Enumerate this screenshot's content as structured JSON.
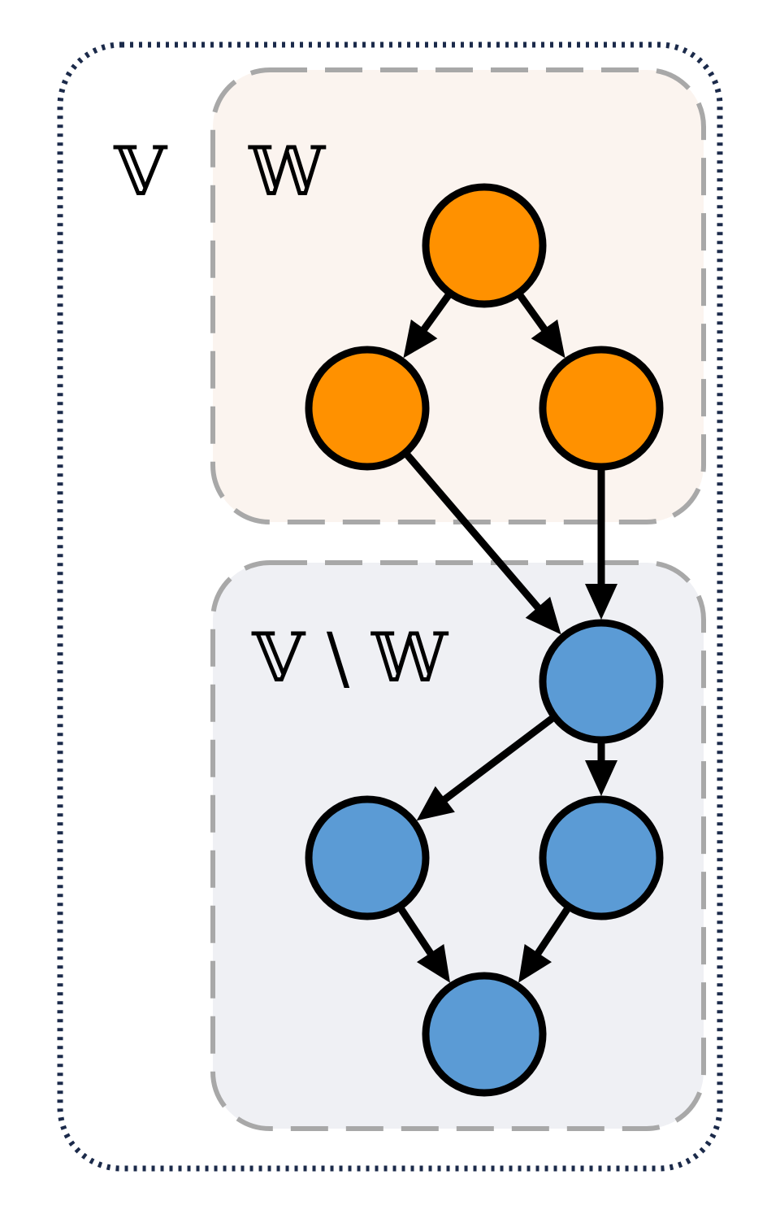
{
  "labels": {
    "outer_set": "𝕍",
    "upper_set": "𝕎",
    "lower_set": "𝕍 \\ 𝕎"
  },
  "colors": {
    "outer_border": "#1b2a4a",
    "upper_fill": "#fbf4ef",
    "lower_fill": "#eff0f4",
    "region_border": "#a8a8a8",
    "w_node": "#ff9100",
    "vw_node": "#5b9bd5",
    "stroke": "#000000"
  },
  "nodes": [
    {
      "id": "w-top",
      "group": "W"
    },
    {
      "id": "w-left",
      "group": "W"
    },
    {
      "id": "w-right",
      "group": "W"
    },
    {
      "id": "vw-hub",
      "group": "VW"
    },
    {
      "id": "vw-left",
      "group": "VW"
    },
    {
      "id": "vw-right",
      "group": "VW"
    },
    {
      "id": "vw-bottom",
      "group": "VW"
    }
  ],
  "edges": [
    [
      "w-top",
      "w-left"
    ],
    [
      "w-top",
      "w-right"
    ],
    [
      "w-left",
      "vw-hub"
    ],
    [
      "w-right",
      "vw-hub"
    ],
    [
      "vw-hub",
      "vw-left"
    ],
    [
      "vw-hub",
      "vw-right"
    ],
    [
      "vw-left",
      "vw-bottom"
    ],
    [
      "vw-right",
      "vw-bottom"
    ]
  ]
}
